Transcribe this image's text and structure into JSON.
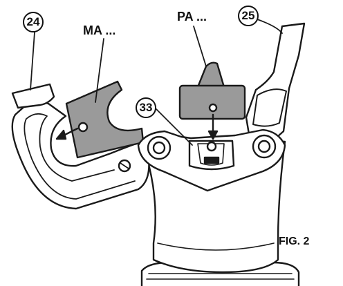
{
  "figure": {
    "caption": "FIG. 2"
  },
  "parts": {
    "ma": {
      "label": "MA ..."
    },
    "pa": {
      "label": "PA ..."
    }
  },
  "callouts": {
    "c24": "24",
    "c25": "25",
    "c33": "33"
  },
  "colors": {
    "line": "#1a1a1a",
    "die_gray": "#9a9a9a",
    "body_white": "#ffffff"
  }
}
